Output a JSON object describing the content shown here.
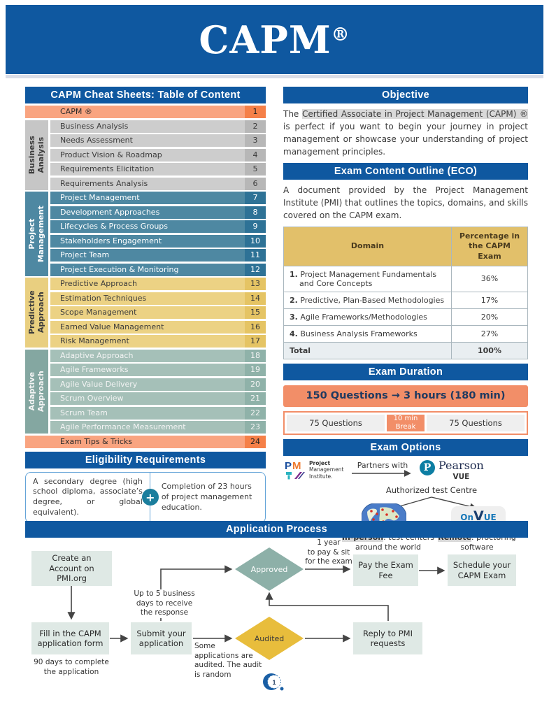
{
  "colors": {
    "blue": "#0F58A0",
    "salmon": "#F28E68",
    "orange-row": "#F9A480",
    "orange-num": "#F58048",
    "gray-row": "#CDCDCD",
    "gray-num": "#B7B7B7",
    "gray-label": "#C6C6C6",
    "teal-row": "#4E88A2",
    "teal-num": "#2E7296",
    "gold-row": "#ECD284",
    "gold-num": "#E5C464",
    "gold-label": "#E9CF80",
    "gold-hdr": "#E2C06A",
    "sage-row": "#A5C0B8",
    "sage-num": "#8FB2A9",
    "sage-label": "#84A7A1",
    "flow-box": "#DFE9E5",
    "diamond-approved": "#8DB0A8",
    "diamond-audited": "#E8BD3C",
    "plus-teal": "#1B7E9D",
    "highlight": "#D9D9D9",
    "navy-text": "#1F3A60",
    "elig-border": "#64A4D8",
    "pearson": "#0D7EA3"
  },
  "header": {
    "title": "CAPM",
    "reg": "®"
  },
  "toc": {
    "title": "CAPM Cheat Sheets: Table of Content",
    "groups": [
      {
        "name": "Business\nAnalysis",
        "theme": "gray",
        "start": 2,
        "count": 5
      },
      {
        "name": "Project\nManagement",
        "theme": "teal",
        "start": 7,
        "count": 6
      },
      {
        "name": "Predictive\nApproach",
        "theme": "gold",
        "start": 13,
        "count": 5
      },
      {
        "name": "Adaptive\nApproach",
        "theme": "sage",
        "start": 18,
        "count": 6
      }
    ],
    "rows": [
      {
        "label": "CAPM ®",
        "num": "1",
        "theme": "orange",
        "full": true
      },
      {
        "label": "Business Analysis",
        "num": "2",
        "theme": "gray"
      },
      {
        "label": "Needs Assessment",
        "num": "3",
        "theme": "gray"
      },
      {
        "label": "Product Vision & Roadmap",
        "num": "4",
        "theme": "gray"
      },
      {
        "label": "Requirements Elicitation",
        "num": "5",
        "theme": "gray"
      },
      {
        "label": "Requirements Analysis",
        "num": "6",
        "theme": "gray"
      },
      {
        "label": "Project Management",
        "num": "7",
        "theme": "teal"
      },
      {
        "label": "Development Approaches",
        "num": "8",
        "theme": "teal"
      },
      {
        "label": "Lifecycles & Process Groups",
        "num": "9",
        "theme": "teal"
      },
      {
        "label": "Stakeholders Engagement",
        "num": "10",
        "theme": "teal"
      },
      {
        "label": "Project Team",
        "num": "11",
        "theme": "teal"
      },
      {
        "label": "Project Execution & Monitoring",
        "num": "12",
        "theme": "teal"
      },
      {
        "label": "Predictive Approach",
        "num": "13",
        "theme": "gold"
      },
      {
        "label": "Estimation Techniques",
        "num": "14",
        "theme": "gold"
      },
      {
        "label": "Scope Management",
        "num": "15",
        "theme": "gold"
      },
      {
        "label": "Earned Value Management",
        "num": "16",
        "theme": "gold"
      },
      {
        "label": "Risk Management",
        "num": "17",
        "theme": "gold"
      },
      {
        "label": "Adaptive Approach",
        "num": "18",
        "theme": "sage"
      },
      {
        "label": "Agile Frameworks",
        "num": "19",
        "theme": "sage"
      },
      {
        "label": "Agile Value Delivery",
        "num": "20",
        "theme": "sage"
      },
      {
        "label": "Scrum Overview",
        "num": "21",
        "theme": "sage"
      },
      {
        "label": "Scrum Team",
        "num": "22",
        "theme": "sage"
      },
      {
        "label": "Agile Performance Measurement",
        "num": "23",
        "theme": "sage"
      },
      {
        "label": "Exam Tips & Tricks",
        "num": "24",
        "theme": "orange",
        "full": true
      }
    ]
  },
  "objective": {
    "title": "Objective",
    "prefix": "The ",
    "highlight": "Certified Associate in Project Management (CAPM) ®",
    "suffix": " is perfect if you want to begin your journey in project management or showcase your understanding of project management principles."
  },
  "eco": {
    "title": "Exam Content Outline (ECO)",
    "intro": "A document provided by the Project Management Institute (PMI) that outlines the topics, domains, and skills covered on the CAPM exam.",
    "table": {
      "headers": [
        "Domain",
        "Percentage in the CAPM Exam"
      ],
      "rows": [
        {
          "num": "1.",
          "domain": "Project Management Fundamentals and Core Concepts",
          "pct": "36%"
        },
        {
          "num": "2.",
          "domain": "Predictive, Plan-Based Methodologies",
          "pct": "17%"
        },
        {
          "num": "3.",
          "domain": "Agile Frameworks/Methodologies",
          "pct": "20%"
        },
        {
          "num": "4.",
          "domain": "Business Analysis Frameworks",
          "pct": "27%"
        }
      ],
      "total_label": "Total",
      "total_pct": "100%"
    }
  },
  "duration": {
    "title": "Exam Duration",
    "banner": "150 Questions → 3 hours (180 min)",
    "seg_left": "75 Questions",
    "seg_break": "10 min\nBreak",
    "seg_right": "75 Questions"
  },
  "options": {
    "title": "Exam Options",
    "pmi_p": "P",
    "pmi_m": "M",
    "pmi_lines": "Project\nManagement\nInstitute.",
    "partners": "Partners with",
    "pearson_p": "P",
    "pearson": "Pearson",
    "vue": "VUE",
    "authorized": "Authorized test Centre",
    "onvue_on": "On",
    "onvue_v": "V",
    "onvue_ue": "UE",
    "inperson_lead": "In-person",
    "inperson_rest": ": test centers around the world",
    "remote_lead": "Remote",
    "remote_rest": ": proctoring software"
  },
  "eligibility": {
    "title": "Eligibility Requirements",
    "left": "A secondary degree (high school diploma, associate’s degree, or global equivalent).",
    "plus": "+",
    "right": "Completion of 23 hours of project management education."
  },
  "application": {
    "title": "Application Process",
    "nodes": {
      "create": "Create an\nAccount on\nPMI.org",
      "fill": "Fill in the CAPM\napplication form",
      "submit": "Submit your\napplication",
      "approved": "Approved",
      "audited": "Audited",
      "pay": "Pay the Exam\nFee",
      "schedule": "Schedule your\nCAPM Exam",
      "reply": "Reply to PMI\nrequests"
    },
    "notes": {
      "year": "1 year\nto pay & sit\nfor the exam",
      "days5": "Up to 5 business\ndays to receive\nthe response",
      "days90": "90 days to complete\nthe application",
      "audit": "Some\napplications are\naudited. The audit\nis random"
    },
    "badge": "1"
  }
}
